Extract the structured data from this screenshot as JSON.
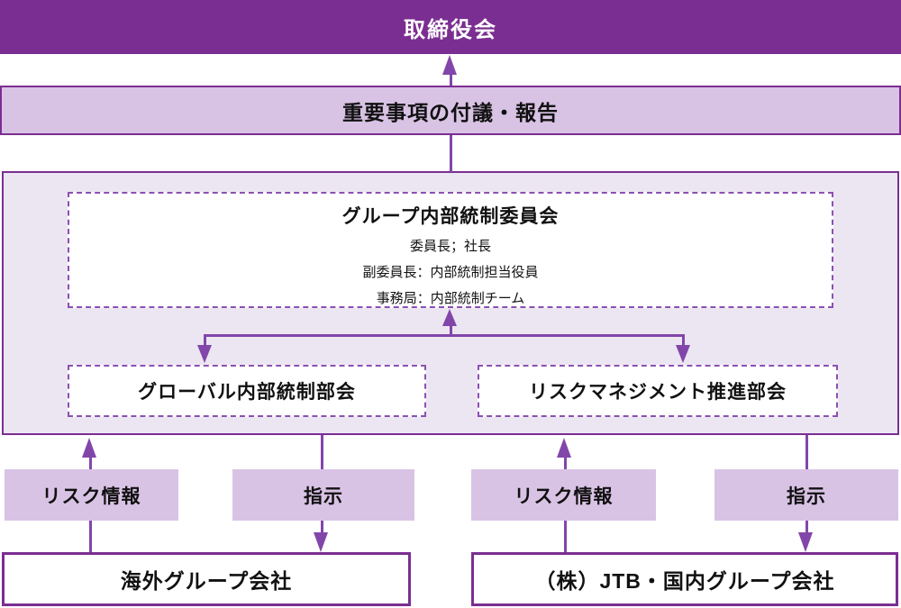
{
  "diagram": {
    "board": "取締役会",
    "report_bar": "重要事項の付議・報告",
    "committee": {
      "title": "グループ内部統制委員会",
      "lines": [
        "委員長；社長",
        "副委員長：内部統制担当役員",
        "事務局：内部統制チーム"
      ]
    },
    "subcommittees": [
      {
        "label": "グローバル内部統制部会"
      },
      {
        "label": "リスクマネジメント推進部会"
      }
    ],
    "flow_labels": [
      {
        "label": "リスク情報"
      },
      {
        "label": "指示"
      },
      {
        "label": "リスク情報"
      },
      {
        "label": "指示"
      }
    ],
    "companies": [
      {
        "label": "海外グループ会社"
      },
      {
        "label": "（株）JTB・国内グループ会社"
      }
    ],
    "icons": {
      "arrow_up": "up-arrow",
      "arrow_down": "down-arrow"
    },
    "colors": {
      "purple_dark": "#7b2e91",
      "purple_arrow": "#8246aa",
      "lavender_fill": "#d9c3e5",
      "container_fill": "#ece6f3",
      "dashed_border": "#8c50b2",
      "text_dark": "#111111",
      "text_light": "#ffffff"
    }
  }
}
